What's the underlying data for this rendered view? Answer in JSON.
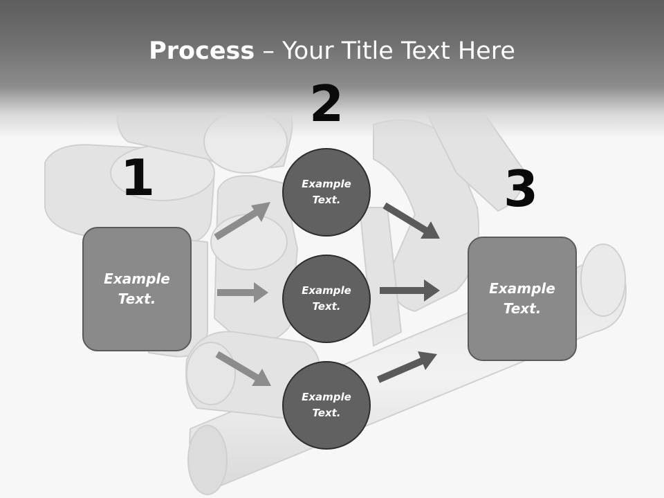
{
  "slide": {
    "title_bold": "Process",
    "title_rest": " – Your Title Text Here"
  },
  "steps": {
    "one": "1",
    "two": "2",
    "three": "3"
  },
  "nodes": {
    "left_box": {
      "line1": "Example",
      "line2": "Text."
    },
    "circle_top": {
      "line1": "Example",
      "line2": "Text."
    },
    "circle_middle": {
      "line1": "Example",
      "line2": "Text."
    },
    "circle_bottom": {
      "line1": "Example",
      "line2": "Text."
    },
    "right_box": {
      "line1": "Example",
      "line2": "Text."
    }
  },
  "colors": {
    "box_fill": "#8a8a8a",
    "circle_fill": "#616161",
    "arrow_left": "#8c8c8c",
    "arrow_right": "#5a5a5a"
  }
}
